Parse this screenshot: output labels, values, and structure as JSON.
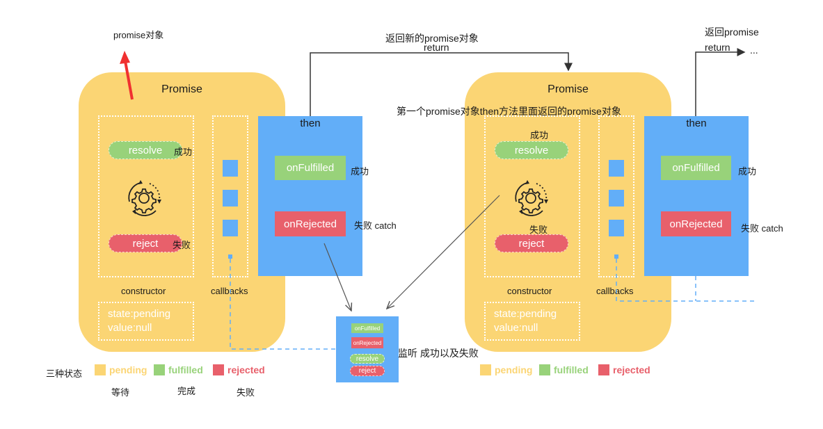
{
  "colors": {
    "pending": "#fbd574",
    "fulfilled": "#98d27a",
    "rejected": "#e8606b",
    "then_blue": "#62aef8",
    "arrow_red": "#f03030",
    "line_dark": "#333333"
  },
  "annotations": {
    "promise_object": "promise对象",
    "return_new_promise": "返回新的promise对象",
    "return_1": "return",
    "return_promise": "返回promise",
    "return_2": "return",
    "ellipsis": "...",
    "second_promise_note": "第一个promise对象then方法里面返回的promise对象",
    "listen_note": "监听 成功以及失败"
  },
  "promise_left": {
    "title": "Promise",
    "resolve": "resolve",
    "resolve_note": "成功",
    "reject": "reject",
    "reject_note": "失败",
    "constructor_label": "constructor",
    "callbacks_label": "callbacks",
    "state_line": "state:pending",
    "value_line": "value:null"
  },
  "then_left": {
    "title": "then",
    "on_fulfilled": "onFulfilled",
    "on_fulfilled_note": "成功",
    "on_rejected": "onRejected",
    "on_rejected_note": "失败 catch"
  },
  "promise_right": {
    "title": "Promise",
    "resolve": "resolve",
    "resolve_note": "成功",
    "reject": "reject",
    "reject_note": "失败",
    "constructor_label": "constructor",
    "callbacks_label": "callbacks",
    "state_line": "state:pending",
    "value_line": "value:null"
  },
  "then_right": {
    "title": "then",
    "on_fulfilled": "onFulfilled",
    "on_fulfilled_note": "成功",
    "on_rejected": "onRejected",
    "on_rejected_note": "失败 catch"
  },
  "listener_box": {
    "on_fulfilled": "onFulfilled",
    "on_rejected": "onRejected",
    "resolve": "resolve",
    "reject": "reject"
  },
  "legend_left": {
    "title": "三种状态",
    "items": [
      {
        "label": "pending",
        "meaning": "等待"
      },
      {
        "label": "fulfilled",
        "meaning": "完成"
      },
      {
        "label": "rejected",
        "meaning": "失败"
      }
    ]
  },
  "legend_right": {
    "items": [
      {
        "label": "pending"
      },
      {
        "label": "fulfilled"
      },
      {
        "label": "rejected"
      }
    ]
  }
}
